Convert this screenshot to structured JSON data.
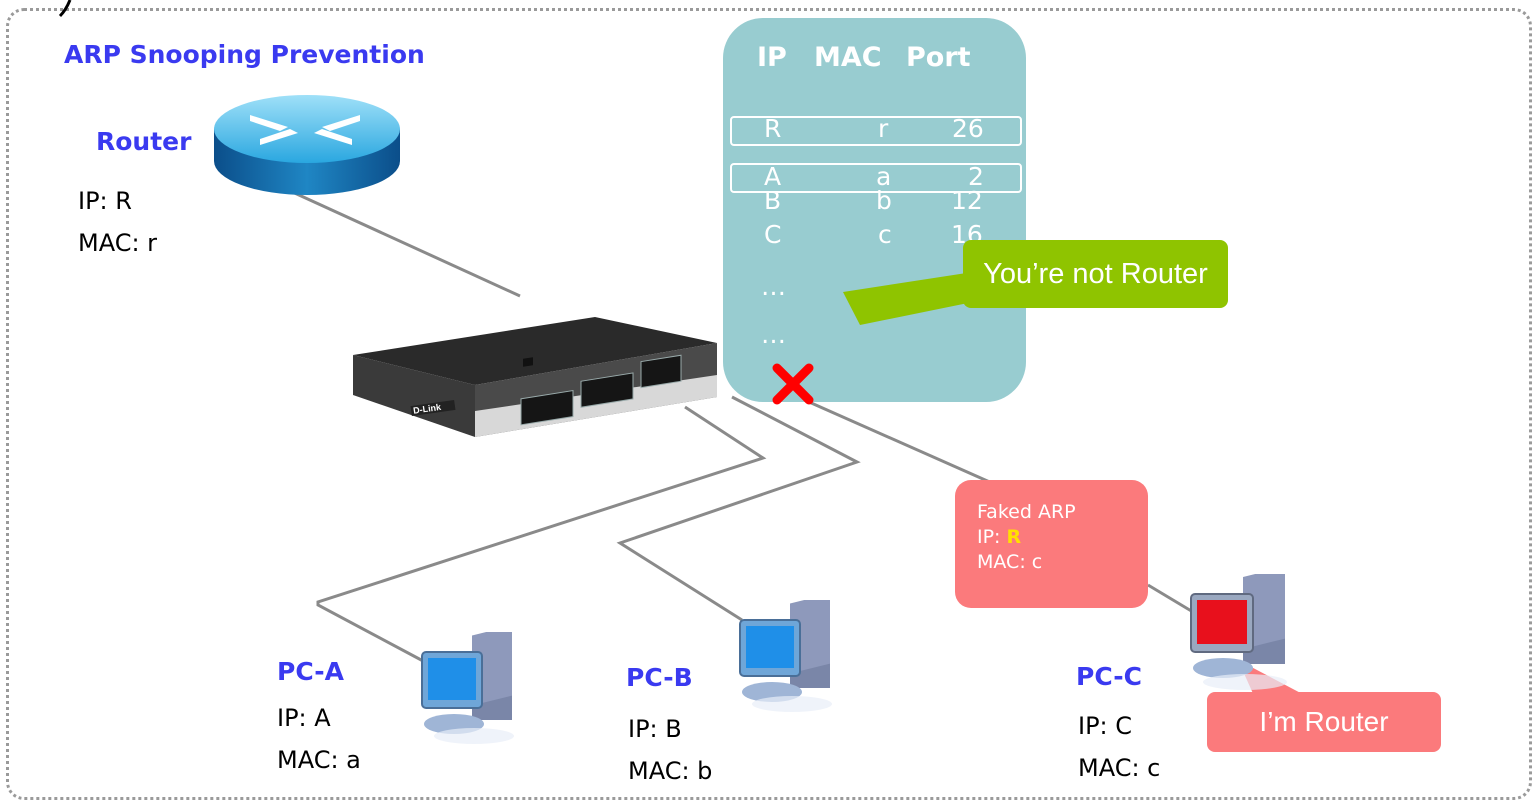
{
  "title": "ARP Snooping Prevention",
  "router": {
    "label": "Router",
    "ip": "IP: R",
    "mac": "MAC: r"
  },
  "pcs": [
    {
      "label": "PC-A",
      "ip": "IP: A",
      "mac": "MAC: a"
    },
    {
      "label": "PC-B",
      "ip": "IP: B",
      "mac": "MAC: b"
    },
    {
      "label": "PC-C",
      "ip": "IP: C",
      "mac": "MAC: c"
    }
  ],
  "binding_table": {
    "headers": [
      "IP",
      "MAC",
      "Port"
    ],
    "rows": [
      {
        "ip": "R",
        "mac": "r",
        "port": "26"
      },
      {
        "ip": "A",
        "mac": "a",
        "port": "2"
      },
      {
        "ip": "B",
        "mac": "b",
        "port": "12"
      },
      {
        "ip": "C",
        "mac": "c",
        "port": "16"
      }
    ],
    "ellipsis": [
      "…",
      "…"
    ]
  },
  "switch": {
    "brand": "D-Link"
  },
  "callouts": {
    "switch_reply": "You’re not Router",
    "attacker_claim": "I’m Router"
  },
  "faked_arp": {
    "title": "Faked ARP",
    "ip_label": "IP:",
    "ip_value": "R",
    "mac": "MAC: c"
  },
  "colors": {
    "label_blue": "#3a3af0",
    "table_bg": "#98ccd0",
    "callout_green": "#8fc400",
    "callout_pink": "#fb7a7c",
    "block_red": "#ff0000",
    "highlight_yellow": "#ffe000"
  }
}
